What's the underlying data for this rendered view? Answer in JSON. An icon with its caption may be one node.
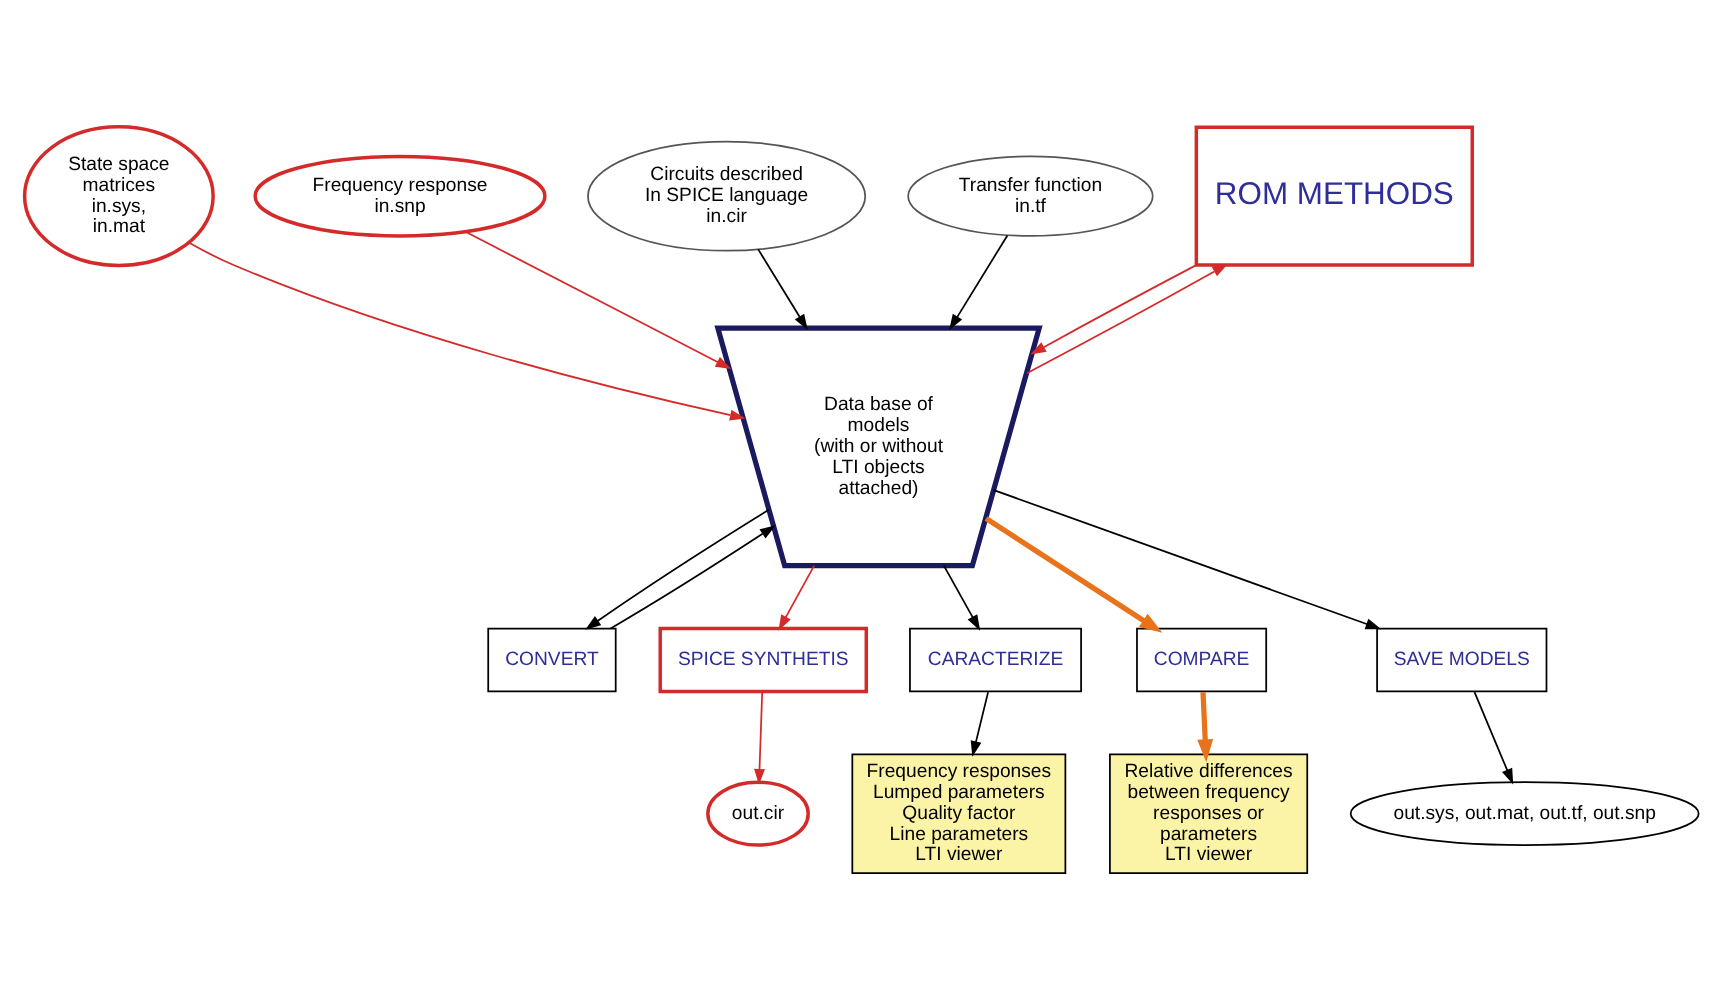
{
  "diagram": {
    "nodes": [
      {
        "text": [
          "State space matrices",
          "in.sys, in.mat"
        ]
      },
      {
        "text": [
          "Frequency response",
          "in.snp"
        ]
      },
      {
        "text": [
          "Circuits described In SPICE language",
          "in.cir"
        ]
      },
      {
        "text": [
          "Transfer function",
          "in.tf"
        ]
      },
      {
        "text": [
          "Data base of models",
          "(with or without LTI objects attached)"
        ]
      },
      {
        "text": [
          "ROM METHODS"
        ]
      },
      {
        "text": [
          "CONVERT"
        ]
      },
      {
        "text": [
          "SPICE SYNTHETIS"
        ]
      },
      {
        "text": [
          "CARACTERIZE"
        ]
      },
      {
        "text": [
          "COMPARE"
        ]
      },
      {
        "text": [
          "SAVE MODELS"
        ]
      },
      {
        "text": [
          "out.cir"
        ]
      },
      {
        "text": [
          "Frequency responses",
          "Lumped parameters",
          "Quality factor",
          "Line parameters",
          "LTI viewer"
        ]
      },
      {
        "text": [
          "Relative differences between frequency responses or parameters",
          "LTI viewer"
        ]
      },
      {
        "text": [
          "out.sys, out.mat, out.tf, out.snp"
        ]
      }
    ],
    "edges": [
      {
        "from": 0,
        "to": 4,
        "arrow": "to",
        "color": "#d42a2a"
      },
      {
        "from": 1,
        "to": 4,
        "arrow": "to",
        "color": "#d42a2a"
      },
      {
        "from": 2,
        "to": 4,
        "arrow": "to"
      },
      {
        "from": 3,
        "to": 4,
        "arrow": "to"
      },
      {
        "from": 6,
        "to": 4,
        "arrow": "to"
      },
      {
        "from": 5,
        "to": 4,
        "arrow": "to",
        "color": "#d42a2a"
      },
      {
        "from": 4,
        "to": 5,
        "arrow": "to",
        "color": "#d42a2a"
      },
      {
        "from": 4,
        "to": 6,
        "arrow": "to"
      },
      {
        "from": 4,
        "to": 7,
        "arrow": "to",
        "color": "#d42a2a"
      },
      {
        "from": 7,
        "to": 11,
        "arrow": "to",
        "color": "#d42a2a"
      },
      {
        "from": 4,
        "to": 8,
        "arrow": "to"
      },
      {
        "from": 4,
        "to": 9,
        "arrow": "to",
        "style": "thick",
        "color": "#e8731a"
      },
      {
        "from": 4,
        "to": 10,
        "arrow": "to"
      },
      {
        "from": 8,
        "to": 12,
        "arrow": "to"
      },
      {
        "from": 9,
        "to": 13,
        "arrow": "to",
        "style": "thick",
        "color": "#e8731a"
      },
      {
        "from": 10,
        "to": 14,
        "arrow": "to"
      }
    ]
  }
}
